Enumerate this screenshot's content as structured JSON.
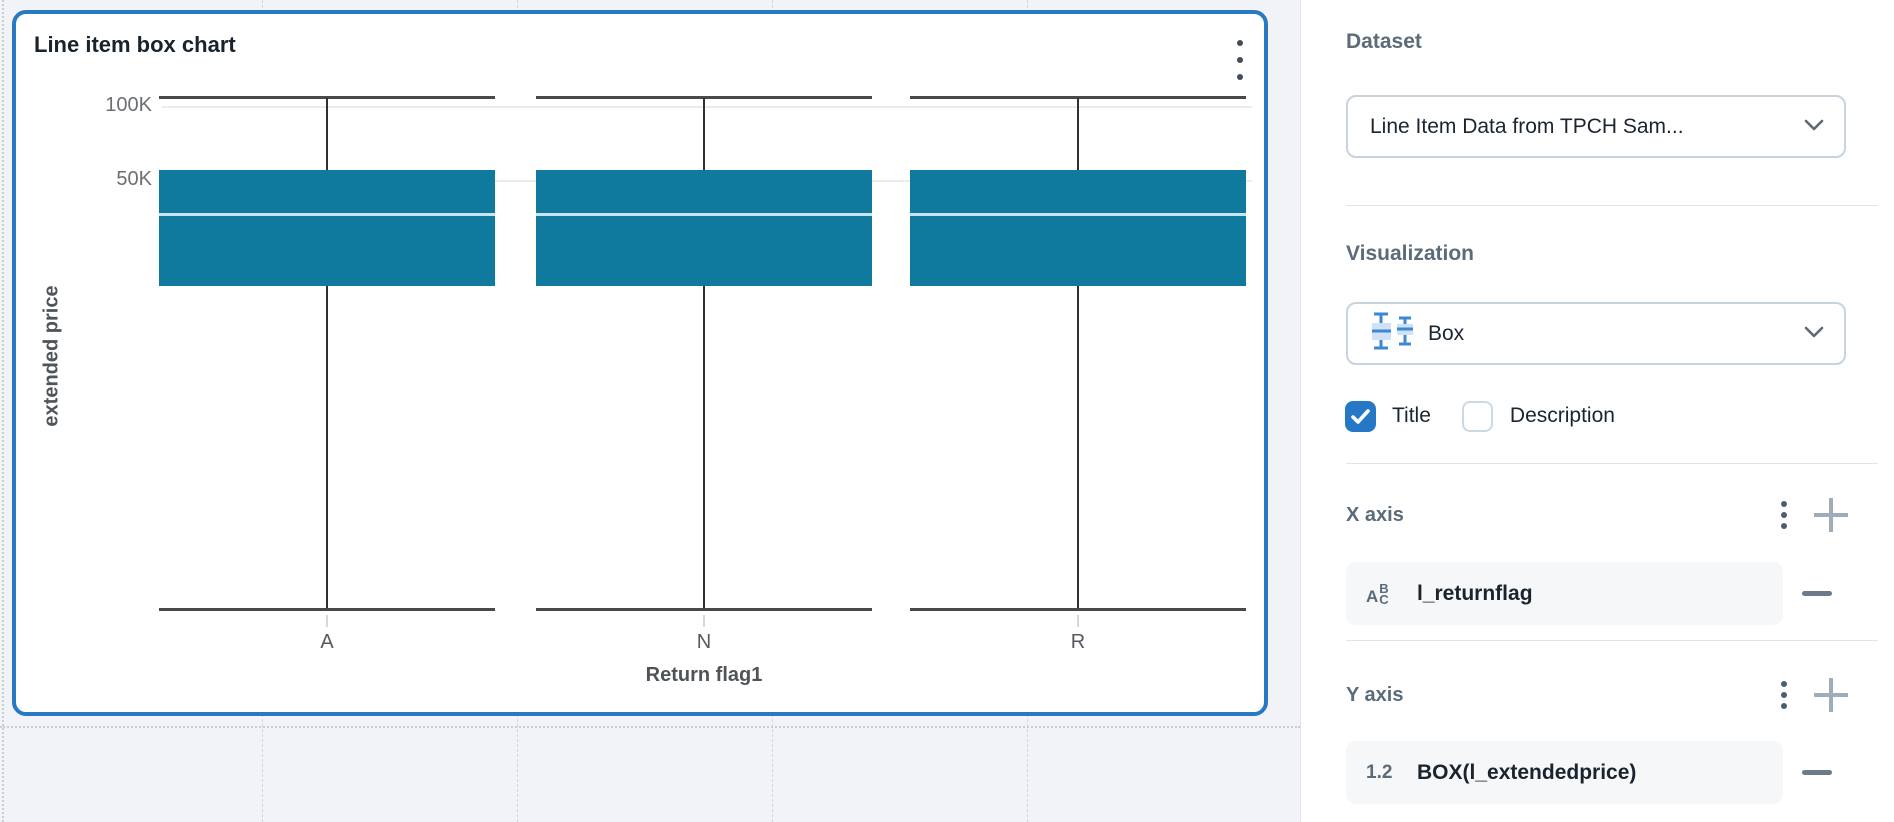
{
  "card": {
    "title": "Line item box chart",
    "menu_icon": "kebab-vertical-icon",
    "selected_border_color": "#2878c4"
  },
  "chart_data": {
    "type": "box",
    "title": "Line item box chart",
    "xlabel": "Return flag1",
    "ylabel": "extended price",
    "y_scale": "log",
    "y_ticks": [
      {
        "label": "100K",
        "value": 100000
      },
      {
        "label": "50K",
        "value": 50000
      }
    ],
    "categories": [
      "A",
      "N",
      "R"
    ],
    "series": [
      {
        "name": "BOX(l_extendedprice)",
        "boxes": [
          {
            "category": "A",
            "whisker_low": 900,
            "q1": 18500,
            "median": 36300,
            "q3": 55000,
            "whisker_high": 108000
          },
          {
            "category": "N",
            "whisker_low": 900,
            "q1": 18500,
            "median": 36300,
            "q3": 55000,
            "whisker_high": 108000
          },
          {
            "category": "R",
            "whisker_low": 900,
            "q1": 18500,
            "median": 36300,
            "q3": 55000,
            "whisker_high": 108000
          }
        ]
      }
    ],
    "box_color": "#0f7a9e",
    "median_color": "#cbe3ee",
    "grid": true,
    "legend": "none"
  },
  "sidebar": {
    "dataset": {
      "heading": "Dataset",
      "value": "Line Item Data from TPCH Sam...",
      "chevron_icon": "chevron-down-icon"
    },
    "visualization": {
      "heading": "Visualization",
      "value": "Box",
      "type_icon": "box-plot-icon",
      "chevron_icon": "chevron-down-icon"
    },
    "toggles": {
      "title": {
        "label": "Title",
        "checked": true
      },
      "description": {
        "label": "Description",
        "checked": false
      }
    },
    "x_axis": {
      "heading": "X axis",
      "menu_icon": "kebab-vertical-icon",
      "add_icon": "plus-icon",
      "field": {
        "type": "text",
        "icon_a": "A",
        "icon_b": "B",
        "icon_c": "C",
        "name": "l_returnflag"
      },
      "remove_icon": "minus-icon"
    },
    "y_axis": {
      "heading": "Y axis",
      "menu_icon": "kebab-vertical-icon",
      "add_icon": "plus-icon",
      "field": {
        "type": "number",
        "icon_text": "1.2",
        "name": "BOX(l_extendedprice)"
      },
      "remove_icon": "minus-icon"
    },
    "accent_checkbox_color": "#2677c5"
  }
}
